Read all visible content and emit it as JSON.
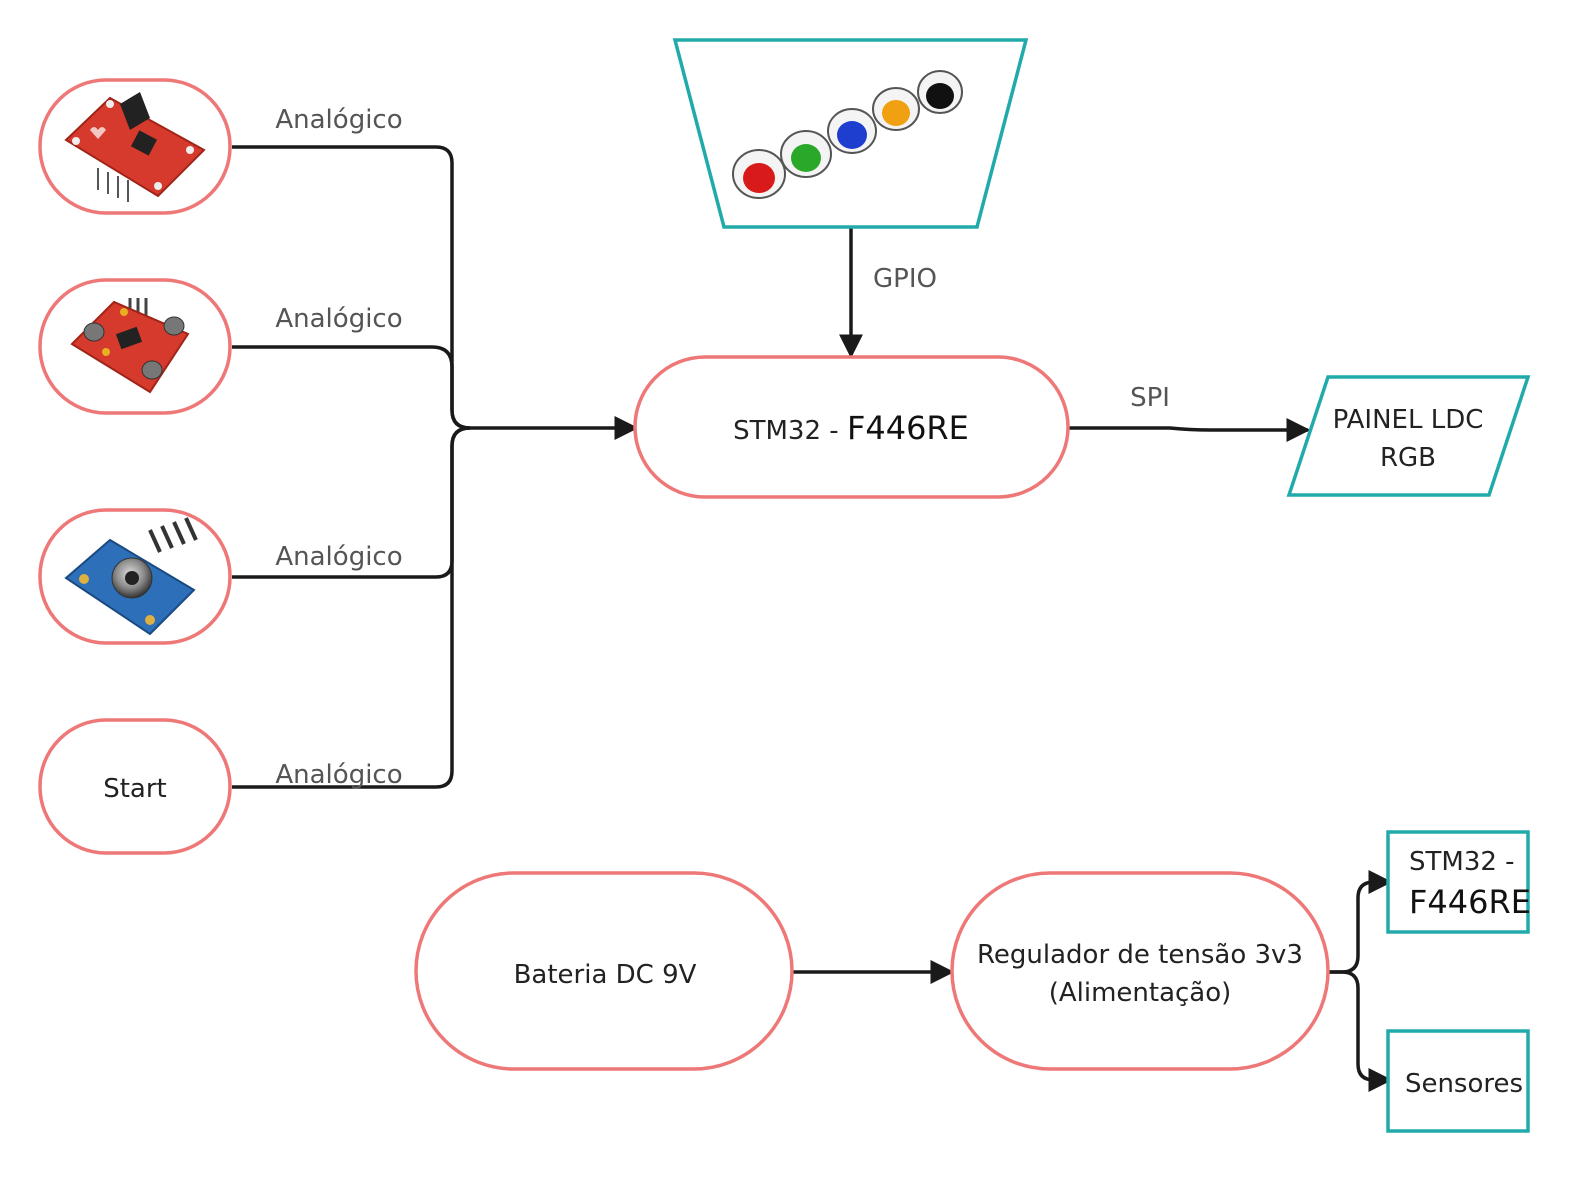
{
  "colors": {
    "node_border": "#ee7777",
    "io_border": "#22aaaa",
    "edge": "#1a1a1a",
    "edge_label": "#555555"
  },
  "nodes": {
    "sensor_1": {
      "icon": "ecg-sensor-module-board-icon"
    },
    "sensor_2": {
      "icon": "amplifier-module-board-icon"
    },
    "sensor_3": {
      "icon": "infrared-temperature-sensor-module-icon"
    },
    "start": {
      "label": "Start"
    },
    "buttons": {
      "icon": "colored-arcade-buttons-icon"
    },
    "stm32_main": {
      "label_prefix": "STM32 - ",
      "label_model": "F446RE"
    },
    "lcd_panel": {
      "line1": "PAINEL LDC",
      "line2": "RGB"
    },
    "battery": {
      "label": "Bateria DC 9V"
    },
    "regulator": {
      "line1": "Regulador de tensão 3v3",
      "line2": "(Alimentação)"
    },
    "stm32_power": {
      "line1": "STM32 -",
      "line2": "F446RE"
    },
    "sensors": {
      "label": "Sensores"
    }
  },
  "edges": {
    "sensor_1_label": "Analógico",
    "sensor_2_label": "Analógico",
    "sensor_3_label": "Analógico",
    "start_label": "Analógico",
    "gpio_label": "GPIO",
    "spi_label": "SPI"
  }
}
